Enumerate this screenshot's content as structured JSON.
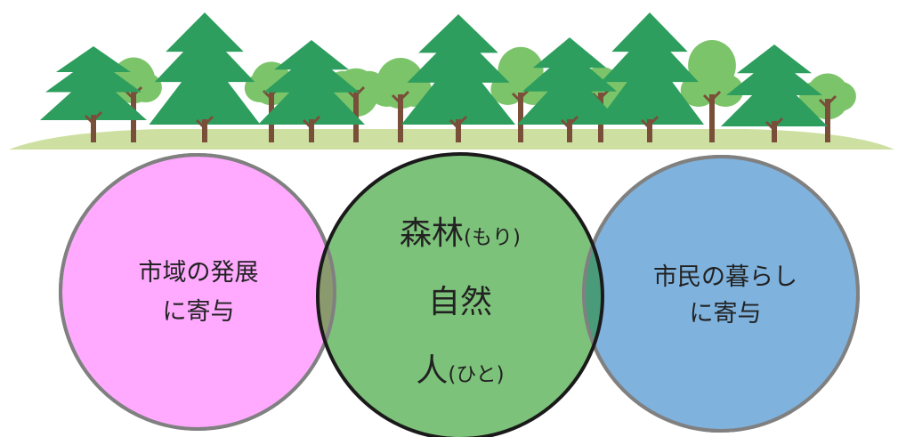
{
  "circles": {
    "left": {
      "line1": "市域の発展",
      "line2": "に寄与",
      "fill": "#ffaaff"
    },
    "center": {
      "line1_main": "森林",
      "line1_ruby": "(もり)",
      "line2": "自然",
      "line3_main": "人",
      "line3_ruby": "(ひと)",
      "fill": "#7dc27a"
    },
    "right": {
      "line1": "市民の暮らし",
      "line2": "に寄与",
      "fill": "#7fb2dd"
    }
  },
  "colors": {
    "circle_outline": "#808080",
    "center_outline": "#1a1a1a",
    "overlap_left": "#8a9a6e",
    "overlap_right": "#4a9b7a",
    "conifer": "#2e9e5e",
    "broadleaf": "#7cc46a",
    "trunk": "#7a4f3a",
    "ground": "#cde0a2"
  }
}
